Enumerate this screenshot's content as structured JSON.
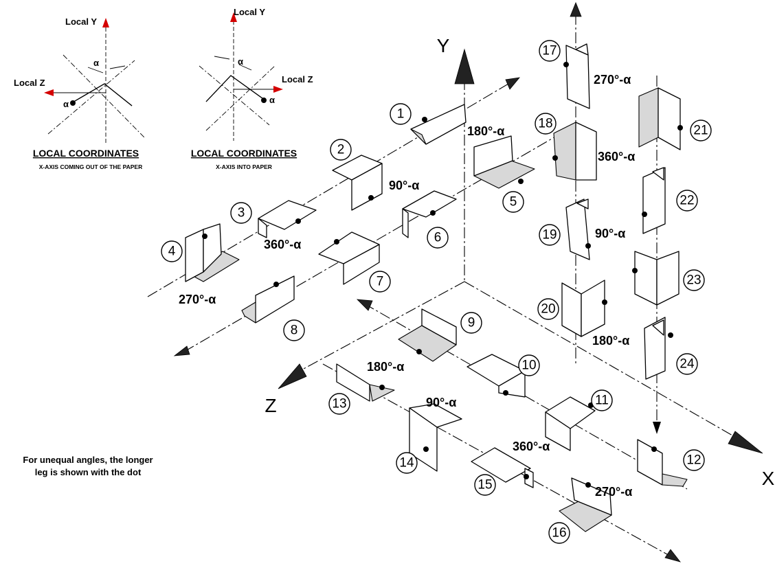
{
  "legend": {
    "left": {
      "local_y": "Local Y",
      "local_z": "Local Z",
      "alpha": "α",
      "heading": "LOCAL COORDINATES",
      "subheading": "X-AXIS COMING OUT OF THE PAPER"
    },
    "right": {
      "local_y": "Local Y",
      "local_z": "Local Z",
      "alpha": "α",
      "heading": "LOCAL COORDINATES",
      "subheading": "X-AXIS INTO PAPER"
    }
  },
  "axes": {
    "x": "X",
    "y": "Y",
    "z": "Z"
  },
  "angle_labels": {
    "a1": "180°-α",
    "a2": "90°-α",
    "a3": "360°-α",
    "a4": "270°-α",
    "a5": "180°-α",
    "a6": "90°-α",
    "a7": "360°-α",
    "a8": "270°-α",
    "a9": "270°-α",
    "a10": "360°-α",
    "a11": "90°-α",
    "a12": "180°-α"
  },
  "numbers": [
    "1",
    "2",
    "3",
    "4",
    "5",
    "6",
    "7",
    "8",
    "9",
    "10",
    "11",
    "12",
    "13",
    "14",
    "15",
    "16",
    "17",
    "18",
    "19",
    "20",
    "21",
    "22",
    "23",
    "24"
  ],
  "note": {
    "line1": "For unequal angles, the longer",
    "line2": "leg is shown with the dot"
  }
}
